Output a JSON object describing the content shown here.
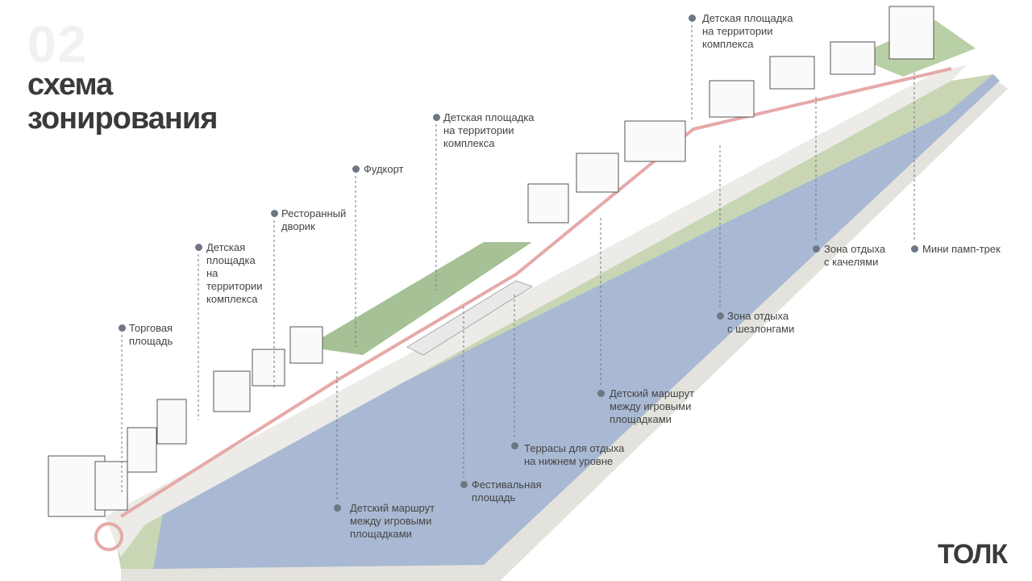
{
  "header": {
    "number": "02",
    "title_line1": "схема",
    "title_line2": "зонирования"
  },
  "labels": [
    {
      "id": "trade-square",
      "text": "Торговая\nплощадь"
    },
    {
      "id": "kids-1",
      "text": "Детская\nплощадка\nна\nтерритории\nкомплекса"
    },
    {
      "id": "restaurant-yard",
      "text": "Ресторанный\nдворик"
    },
    {
      "id": "foodcourt",
      "text": "Фудкорт"
    },
    {
      "id": "kids-2",
      "text": "Детская площадка\nна территории\nкомплекса"
    },
    {
      "id": "kids-3",
      "text": "Детская площадка\nна территории\nкомплекса"
    },
    {
      "id": "pump-track",
      "text": "Мини памп-трек"
    },
    {
      "id": "swings",
      "text": "Зона отдыха\nс качелями"
    },
    {
      "id": "loungers",
      "text": "Зона отдыха\nс шезлонгами"
    },
    {
      "id": "kids-route-1",
      "text": "Детский маршрут\nмежду игровыми\nплощадками"
    },
    {
      "id": "terraces",
      "text": "Террасы для отдыха\nна нижнем уровне"
    },
    {
      "id": "festival",
      "text": "Фестивальная\nплощадь"
    },
    {
      "id": "kids-route-2",
      "text": "Детский маршрут\nмежду игровыми\nплощадками"
    }
  ],
  "logo": "ТОЛК",
  "colors": {
    "water": "#a9b9d3",
    "green": "#c9d6b4",
    "path": "#e6a9a9",
    "building": "#fafafa",
    "line": "#6e7784"
  }
}
